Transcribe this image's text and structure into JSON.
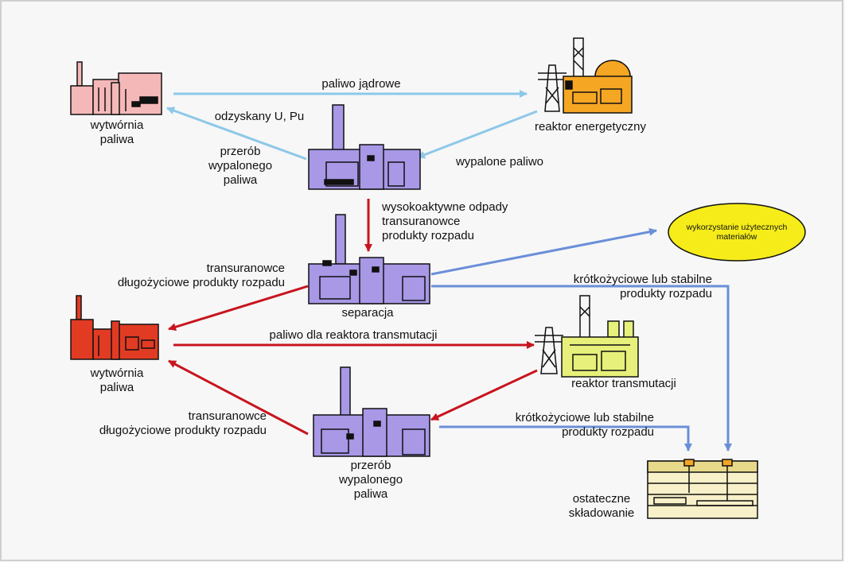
{
  "nodes": {
    "fuel_plant_top": {
      "label": [
        "wytwórnia",
        "paliwa"
      ],
      "color": "#f5b8b8"
    },
    "power_reactor": {
      "label": [
        "reaktor  energetyczny"
      ],
      "color": "#f5a623"
    },
    "reprocessing_top": {
      "label": [
        "przerób",
        "wypalonego",
        "paliwa"
      ],
      "color": "#a898e6"
    },
    "separation": {
      "label": [
        "separacja"
      ],
      "color": "#a898e6"
    },
    "useful_materials": {
      "label": [
        "wykorzystanie  użytecznych",
        "materiałów"
      ],
      "color": "#f5ec1a"
    },
    "fuel_plant_bottom": {
      "label": [
        "wytwórnia",
        "paliwa"
      ],
      "color": "#e23b23"
    },
    "transmutation_reactor": {
      "label": [
        "reaktor  transmutacji"
      ],
      "color": "#e6f07a"
    },
    "reprocessing_bottom": {
      "label": [
        "przerób",
        "wypalonego",
        "paliwa"
      ],
      "color": "#a898e6"
    },
    "final_storage": {
      "label": [
        "ostateczne",
        "składowanie"
      ],
      "color": "#f7f0c8"
    }
  },
  "edges": {
    "nuclear_fuel": {
      "label": [
        "paliwo  jądrowe"
      ],
      "color": "#8ec8e8"
    },
    "recovered_u_pu": {
      "label": [
        "odzyskany  U, Pu"
      ],
      "color": "#8ec8e8"
    },
    "spent_fuel": {
      "label": [
        "wypalone  paliwo"
      ],
      "color": "#8ec8e8"
    },
    "high_level_waste": {
      "label": [
        "wysokoaktywne  odpady",
        "transuranowce",
        "produkty  rozpadu"
      ],
      "color": "#c8141e"
    },
    "transuranics_long_lived_top": {
      "label": [
        "transuranowce",
        "długożyciowe  produkty  rozpadu"
      ],
      "color": "#c8141e"
    },
    "fuel_for_transmutation": {
      "label": [
        "paliwo  dla  reaktora  transmutacji"
      ],
      "color": "#c8141e"
    },
    "short_lived_top": {
      "label": [
        "krótkożyciowe  lub  stabilne",
        "produkty  rozpadu"
      ],
      "color": "#6a8fd8"
    },
    "transuranics_long_lived_bottom": {
      "label": [
        "transuranowce",
        "długożyciowe  produkty  rozpadu"
      ],
      "color": "#c8141e"
    },
    "short_lived_bottom": {
      "label": [
        "krótkożyciowe  lub  stabilne",
        "produkty  rozpadu"
      ],
      "color": "#6a8fd8"
    }
  },
  "colors": {
    "background": "#f7f7f7",
    "border": "#cfcfcf",
    "outline": "#111111"
  }
}
